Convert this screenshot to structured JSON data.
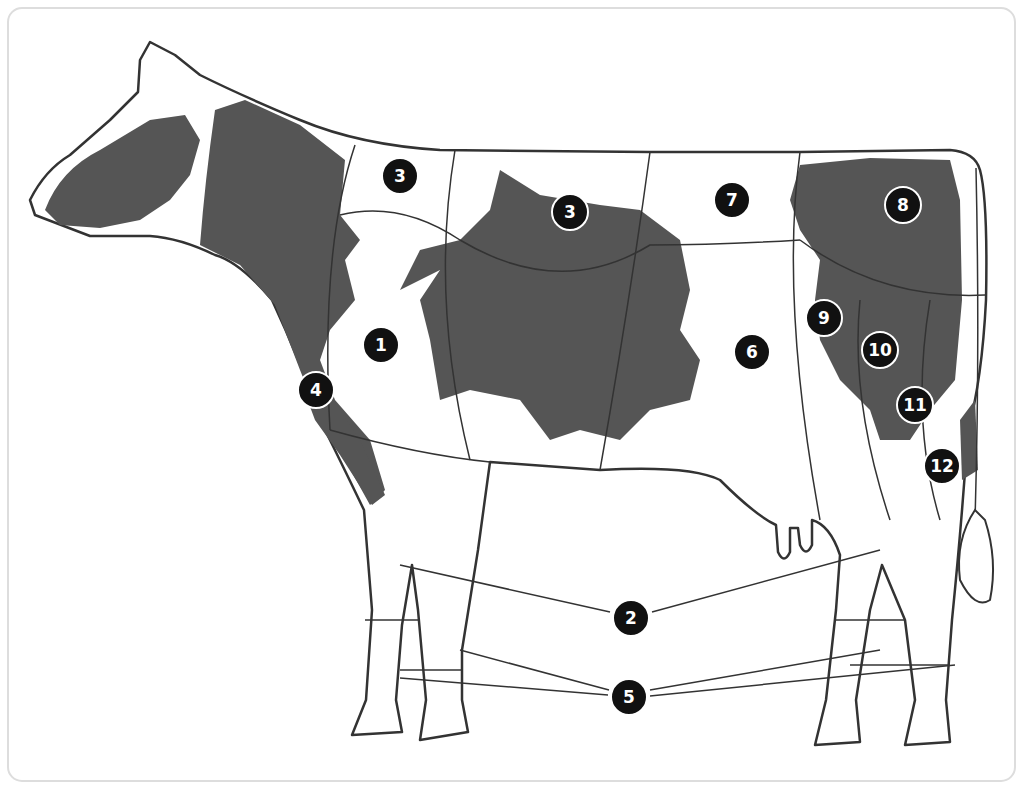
{
  "diagram": {
    "labels": [
      "3",
      "3",
      "7",
      "8",
      "9",
      "1",
      "6",
      "10",
      "4",
      "11",
      "12",
      "2",
      "5"
    ]
  }
}
